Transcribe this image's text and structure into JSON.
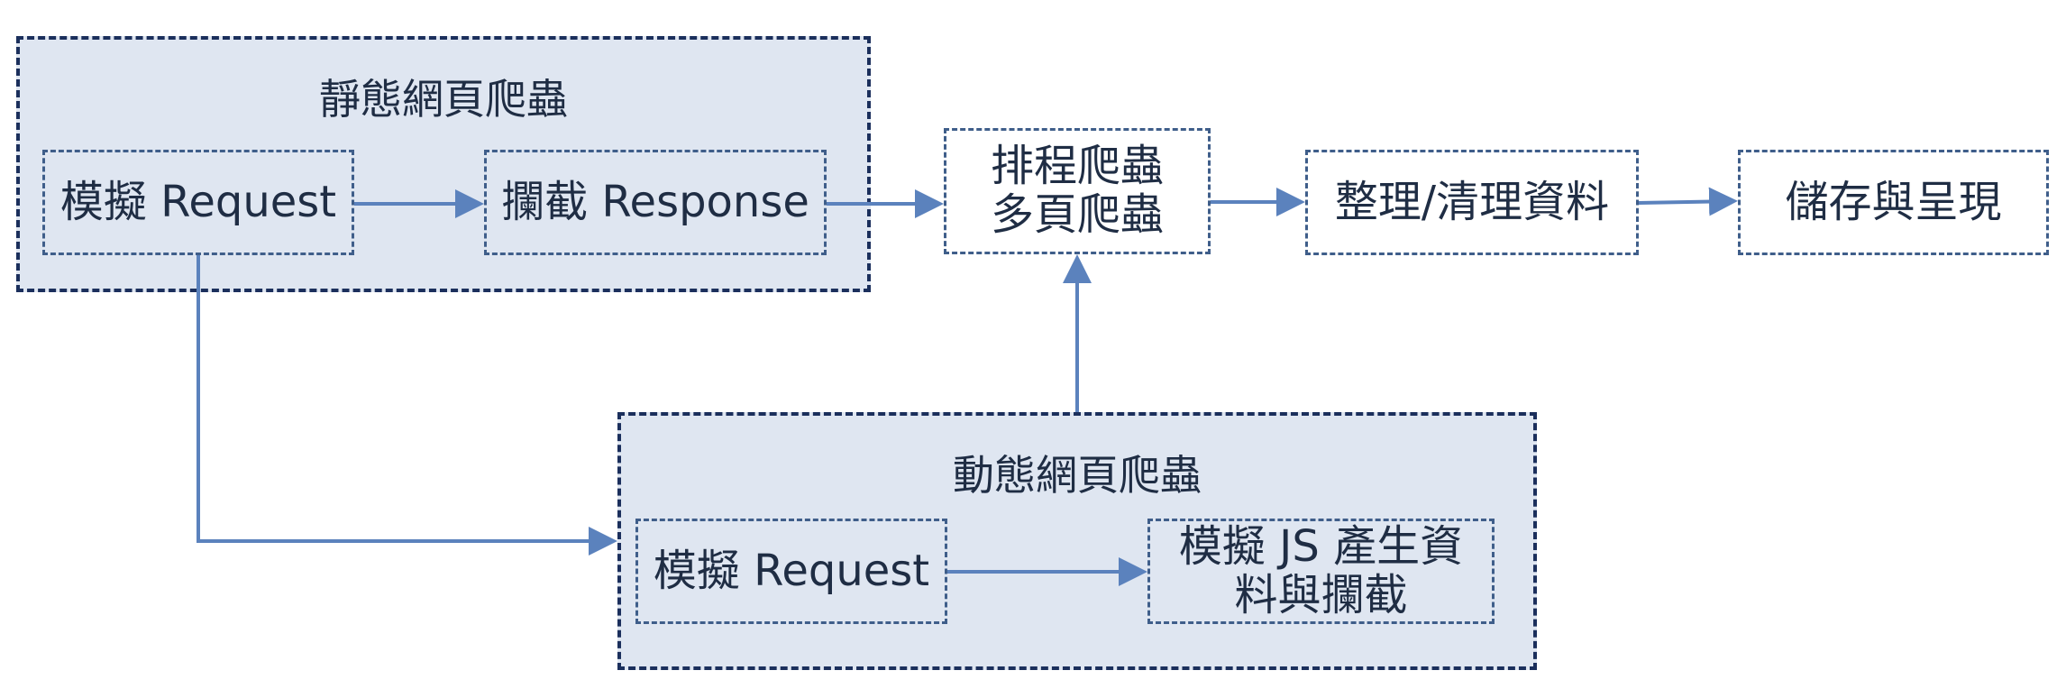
{
  "static_group": {
    "title": "靜態網頁爬蟲",
    "simulate_request": "模擬 Request",
    "intercept_response": "攔截 Response"
  },
  "schedule_node": {
    "line1": "排程爬蟲",
    "line2": "多頁爬蟲"
  },
  "clean_node": "整理/清理資料",
  "store_node": "儲存與呈現",
  "dynamic_group": {
    "title": "動態網頁爬蟲",
    "simulate_request": "模擬 Request",
    "js_node": {
      "line1": "模擬 JS 產生資",
      "line2": "料與攔截"
    }
  },
  "colors": {
    "group_fill": "#dfe6f1",
    "group_border": "#1b2f5c",
    "node_border": "#3f5e8a",
    "arrow": "#5b82bd"
  }
}
